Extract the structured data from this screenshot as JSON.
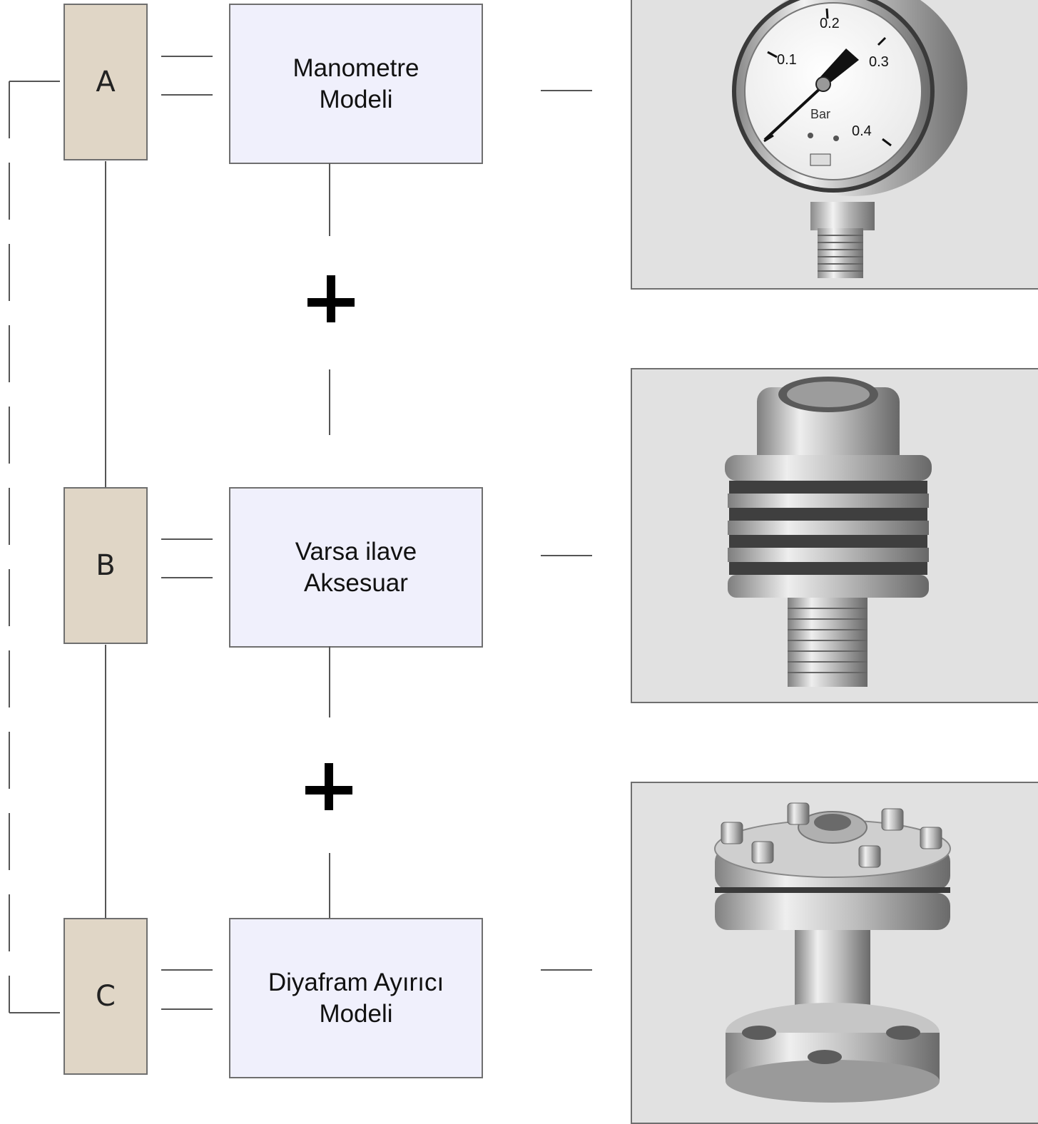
{
  "stages": [
    {
      "letter": "A",
      "line1": "Manometre",
      "line2": "Modeli",
      "image": "pressure-gauge-icon"
    },
    {
      "letter": "B",
      "line1": "Varsa ilave",
      "line2": "Aksesuar",
      "image": "cooling-element-icon"
    },
    {
      "letter": "C",
      "line1": "Diyafram Ayırıcı",
      "line2": "Modeli",
      "image": "diaphragm-seal-icon"
    }
  ],
  "gauge": {
    "ticks": [
      "0.1",
      "0.2",
      "0.3",
      "0.4"
    ],
    "unit": "Bar"
  },
  "colors": {
    "letter_box": "#e0d6c6",
    "label_box": "#f0f0fc",
    "photo_bg": "#e1e1e1",
    "line": "#555555"
  },
  "connectors": {
    "plus_symbol": "+"
  }
}
